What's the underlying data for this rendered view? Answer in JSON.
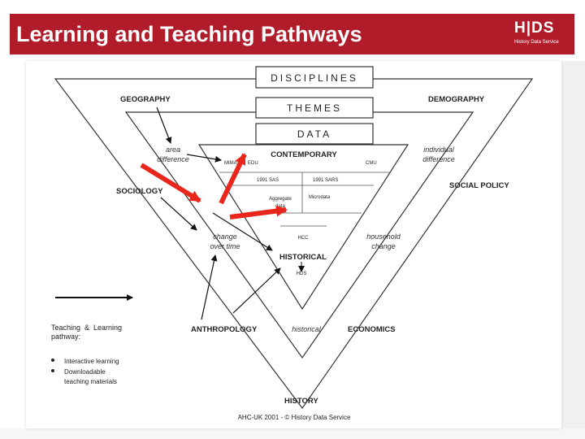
{
  "header": {
    "title": "Learning and Teaching Pathways",
    "brand_color": "#b01c2a"
  },
  "logo": {
    "letters": "H|DS",
    "subtitle": "History Data Service"
  },
  "diagram": {
    "boxes": {
      "disciplines": "DISCIPLINES",
      "themes": "THEMES",
      "data": "DATA"
    },
    "disciplines": {
      "geography": "GEOGRAPHY",
      "demography": "DEMOGRAPHY",
      "sociology": "SOCIOLOGY",
      "social_policy": "SOCIAL POLICY",
      "anthropology": "ANTHROPOLOGY",
      "economics": "ECONOMICS",
      "history": "HISTORY"
    },
    "themes": {
      "area_difference": [
        "area",
        "difference"
      ],
      "individual_difference": [
        "individual",
        "difference"
      ],
      "change_over_time": [
        "change",
        "over time"
      ],
      "household_change": [
        "household",
        "change"
      ],
      "historical": "historical"
    },
    "data_labels": {
      "contemporary": "CONTEMPORARY",
      "historical": "HISTORICAL",
      "mimas": "MIMAS",
      "edu": "EDU",
      "cmu": "CMU",
      "sas_1991": "1991 SAS",
      "sars_1991": "1991 SARS",
      "aggregate_data": [
        "Aggregate",
        "data"
      ],
      "microdata": "Microdata",
      "hcc": "HCC",
      "hds": "HDS"
    },
    "legend": {
      "pathway_label_line1": "Teaching  &  Learning",
      "pathway_label_line2": "pathway:",
      "bullets": [
        "Interactive learning",
        "Downloadable",
        "teaching materials"
      ]
    },
    "footer": "AHC-UK 2001 - © History Data Service",
    "accent_arrow_color": "#e8261c"
  }
}
